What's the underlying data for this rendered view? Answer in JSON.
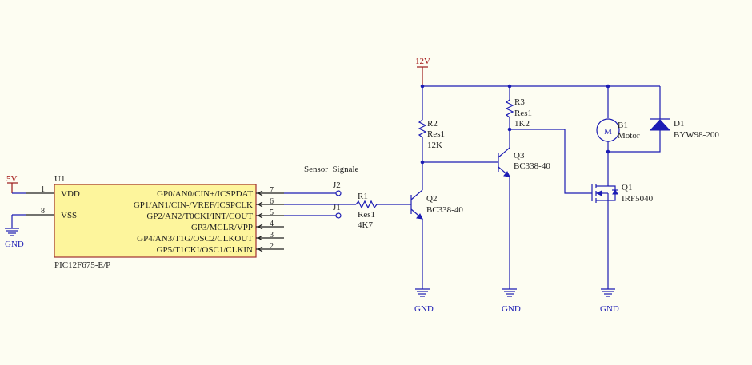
{
  "ic": {
    "designator": "U1",
    "part": "PIC12F675-E/P",
    "left_pins": [
      {
        "num": "1",
        "name": "VDD"
      },
      {
        "num": "8",
        "name": "VSS"
      }
    ],
    "right_pins": [
      {
        "num": "7",
        "name": "GP0/AN0/CIN+/ICSPDAT"
      },
      {
        "num": "6",
        "name": "GP1/AN1/CIN-/VREF/ICSPCLK"
      },
      {
        "num": "5",
        "name": "GP2/AN2/T0CKI/INT/COUT"
      },
      {
        "num": "4",
        "name": "GP3/MCLR/VPP"
      },
      {
        "num": "3",
        "name": "GP4/AN3/T1G/OSC2/CLKOUT"
      },
      {
        "num": "2",
        "name": "GP5/T1CKI/OSC1/CLKIN"
      }
    ]
  },
  "power": {
    "v5": "5V",
    "v12": "12V",
    "gnd": "GND"
  },
  "net_label": "Sensor_Signale",
  "connectors": {
    "j2": "J2",
    "j1": "J1"
  },
  "resistors": {
    "r1": {
      "designator": "R1",
      "type": "Res1",
      "value": "4K7"
    },
    "r2": {
      "designator": "R2",
      "type": "Res1",
      "value": "12K"
    },
    "r3": {
      "designator": "R3",
      "type": "Res1",
      "value": "1K2"
    }
  },
  "transistors": {
    "q2": {
      "designator": "Q2",
      "part": "BC338-40"
    },
    "q3": {
      "designator": "Q3",
      "part": "BC338-40"
    },
    "q1": {
      "designator": "Q1",
      "part": "IRF5040"
    }
  },
  "motor": {
    "designator": "B1",
    "part": "Motor",
    "symbol": "M"
  },
  "diode": {
    "designator": "D1",
    "part": "BYW98-200"
  }
}
